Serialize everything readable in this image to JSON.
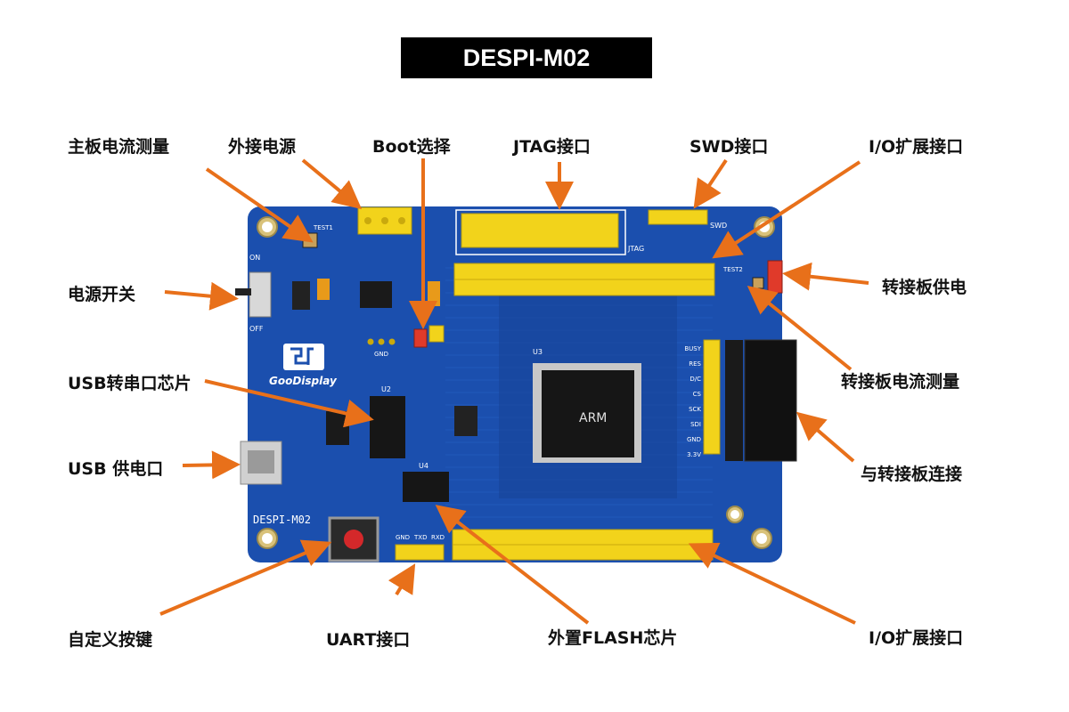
{
  "title": "DESPI-M02",
  "labels": {
    "main_current": "主板电流测量",
    "ext_power": "外接电源",
    "boot_select": "Boot选择",
    "jtag": "JTAG接口",
    "swd": "SWD接口",
    "io_top": "I/O扩展接口",
    "power_switch": "电源开关",
    "adapter_power": "转接板供电",
    "usb_serial": "USB转串口芯片",
    "adapter_current": "转接板电流测量",
    "usb_power": "USB 供电口",
    "adapter_connect": "与转接板连接",
    "custom_key": "自定义按键",
    "uart": "UART接口",
    "ext_flash": "外置FLASH芯片",
    "io_bottom": "I/O扩展接口"
  },
  "board": {
    "silk_name": "DESPI-M02",
    "logo_text": "GooDisplay",
    "mcu_designator": "U3",
    "chip_text": "ARM",
    "on_text": "ON",
    "off_text": "OFF",
    "uart_pins": [
      "GND",
      "TXD",
      "RXD"
    ],
    "p5_pins": [
      "BUSY",
      "RES",
      "D/C",
      "CS",
      "SCK",
      "SDI",
      "GND",
      "3.3V"
    ],
    "test1": "TEST1",
    "test2": "TEST2",
    "jtag_silk": "JTAG",
    "swd_silk": "SWD",
    "u2": "U2",
    "u4": "U4",
    "gnd": "GND"
  },
  "colors": {
    "pcb": "#1b4fae",
    "pcb_dark": "#12398a",
    "pin": "#f2d31b",
    "arrow": "#e8701a",
    "jumper_red": "#e03a2a"
  }
}
